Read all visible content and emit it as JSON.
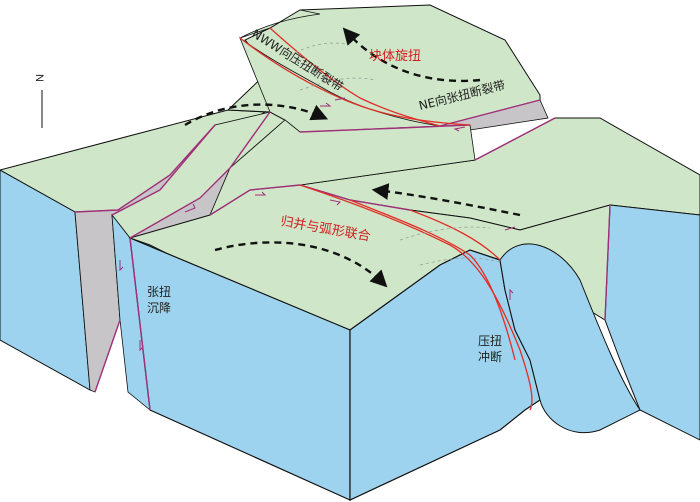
{
  "diagram": {
    "labels": {
      "nww_zone": "NWW向压扭断裂带",
      "block_rotation": "块体旋扭",
      "ne_zone": "NE向张扭断裂带",
      "arc_combo": "归并与弧形联合",
      "tension_subsidence_line1": "张扭",
      "tension_subsidence_line2": "沉降",
      "compression_thrust_line1": "压扭",
      "compression_thrust_line2": "冲断",
      "north": "N"
    },
    "colors": {
      "top_surface": "#cfe6c8",
      "side_face": "#9dd3ee",
      "fault_plane": "#c7c5c7",
      "fault_trace": "#a0307a",
      "fault_line_red": "#e0302a",
      "arrow": "#111111",
      "outline": "#111111"
    }
  }
}
